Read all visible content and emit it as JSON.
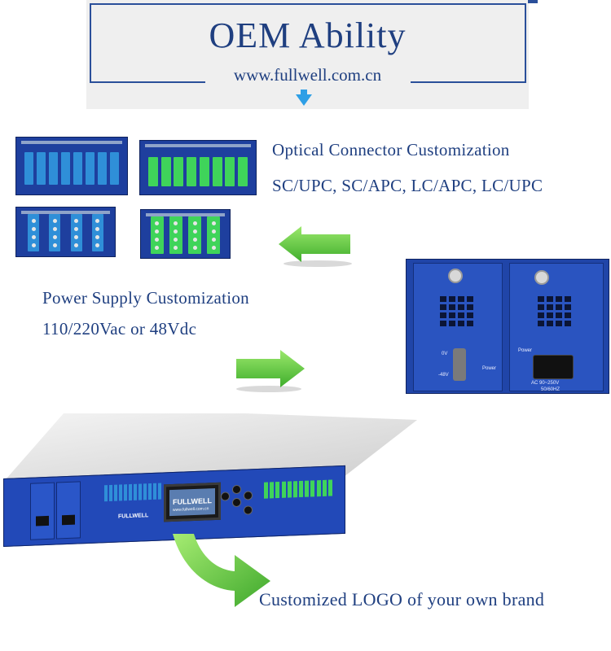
{
  "header": {
    "title": "OEM Ability",
    "url": "www.fullwell.com.cn"
  },
  "sections": {
    "connector": {
      "title": "Optical Connector Customization",
      "types": "SC/UPC, SC/APC, LC/APC, LC/UPC"
    },
    "power": {
      "title": "Power Supply Customization",
      "options": "110/220Vac or 48Vdc"
    },
    "logo": {
      "title": "Customized LOGO of your own brand"
    }
  },
  "device": {
    "brand": "FULLWELL",
    "brand_url": "www.fullwell.com.cn"
  },
  "psu_labels": {
    "dc_top": "0V",
    "dc_bottom": "-48V",
    "power_dc": "Power",
    "power_ac": "Power",
    "ac_rating": "AC 90~250V",
    "ac_freq": "50/60HZ"
  },
  "colors": {
    "text": "#1f3f80",
    "frame": "#2a4f9a",
    "arrow_blue": "#2e9fe6",
    "arrow_green": "#5cc43a",
    "device_blue": "#2249b8",
    "port_blue": "#2f8fd8",
    "port_green": "#3fd45a"
  },
  "icons": {
    "banner_arrow": "down-triangle-icon",
    "left_arrow": "green-left-arrow-icon",
    "right_arrow": "green-right-arrow-icon",
    "curved_arrow": "green-curved-arrow-icon"
  }
}
